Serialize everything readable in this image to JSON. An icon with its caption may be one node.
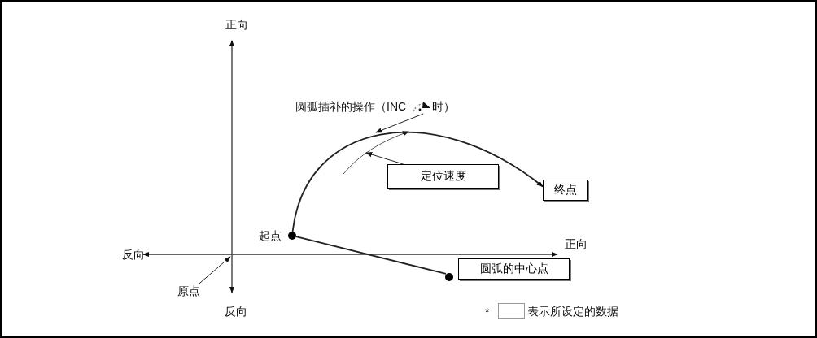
{
  "diagram": {
    "nodes": [
      {
        "text": [
          "圆弧插补的操作（INC",
          "时）"
        ]
      },
      {
        "text": [
          "终点"
        ]
      },
      {
        "text": [
          "定位速度"
        ]
      },
      {
        "text": [],
        "shape": "circle",
        "beside": [
          "起点"
        ]
      },
      {
        "text": [],
        "shape": "circle"
      },
      {
        "text": [
          "圆弧的中心点"
        ]
      },
      {
        "text": [
          "原点"
        ]
      }
    ],
    "edges": [
      {
        "from": 0,
        "to": null,
        "arrow": "to"
      },
      {
        "from": 3,
        "to": 1,
        "arrow": "to"
      },
      {
        "from": 2,
        "to": null,
        "arrow": "to"
      },
      {
        "from": 3,
        "to": 4,
        "arrow": "none"
      },
      {
        "from": 6,
        "to": null,
        "arrow": "to"
      }
    ],
    "labels": [
      "正向",
      "反向",
      "正向",
      "反向",
      "*"
    ],
    "legend": [
      {
        "text": "表示所设定的数据"
      }
    ]
  }
}
